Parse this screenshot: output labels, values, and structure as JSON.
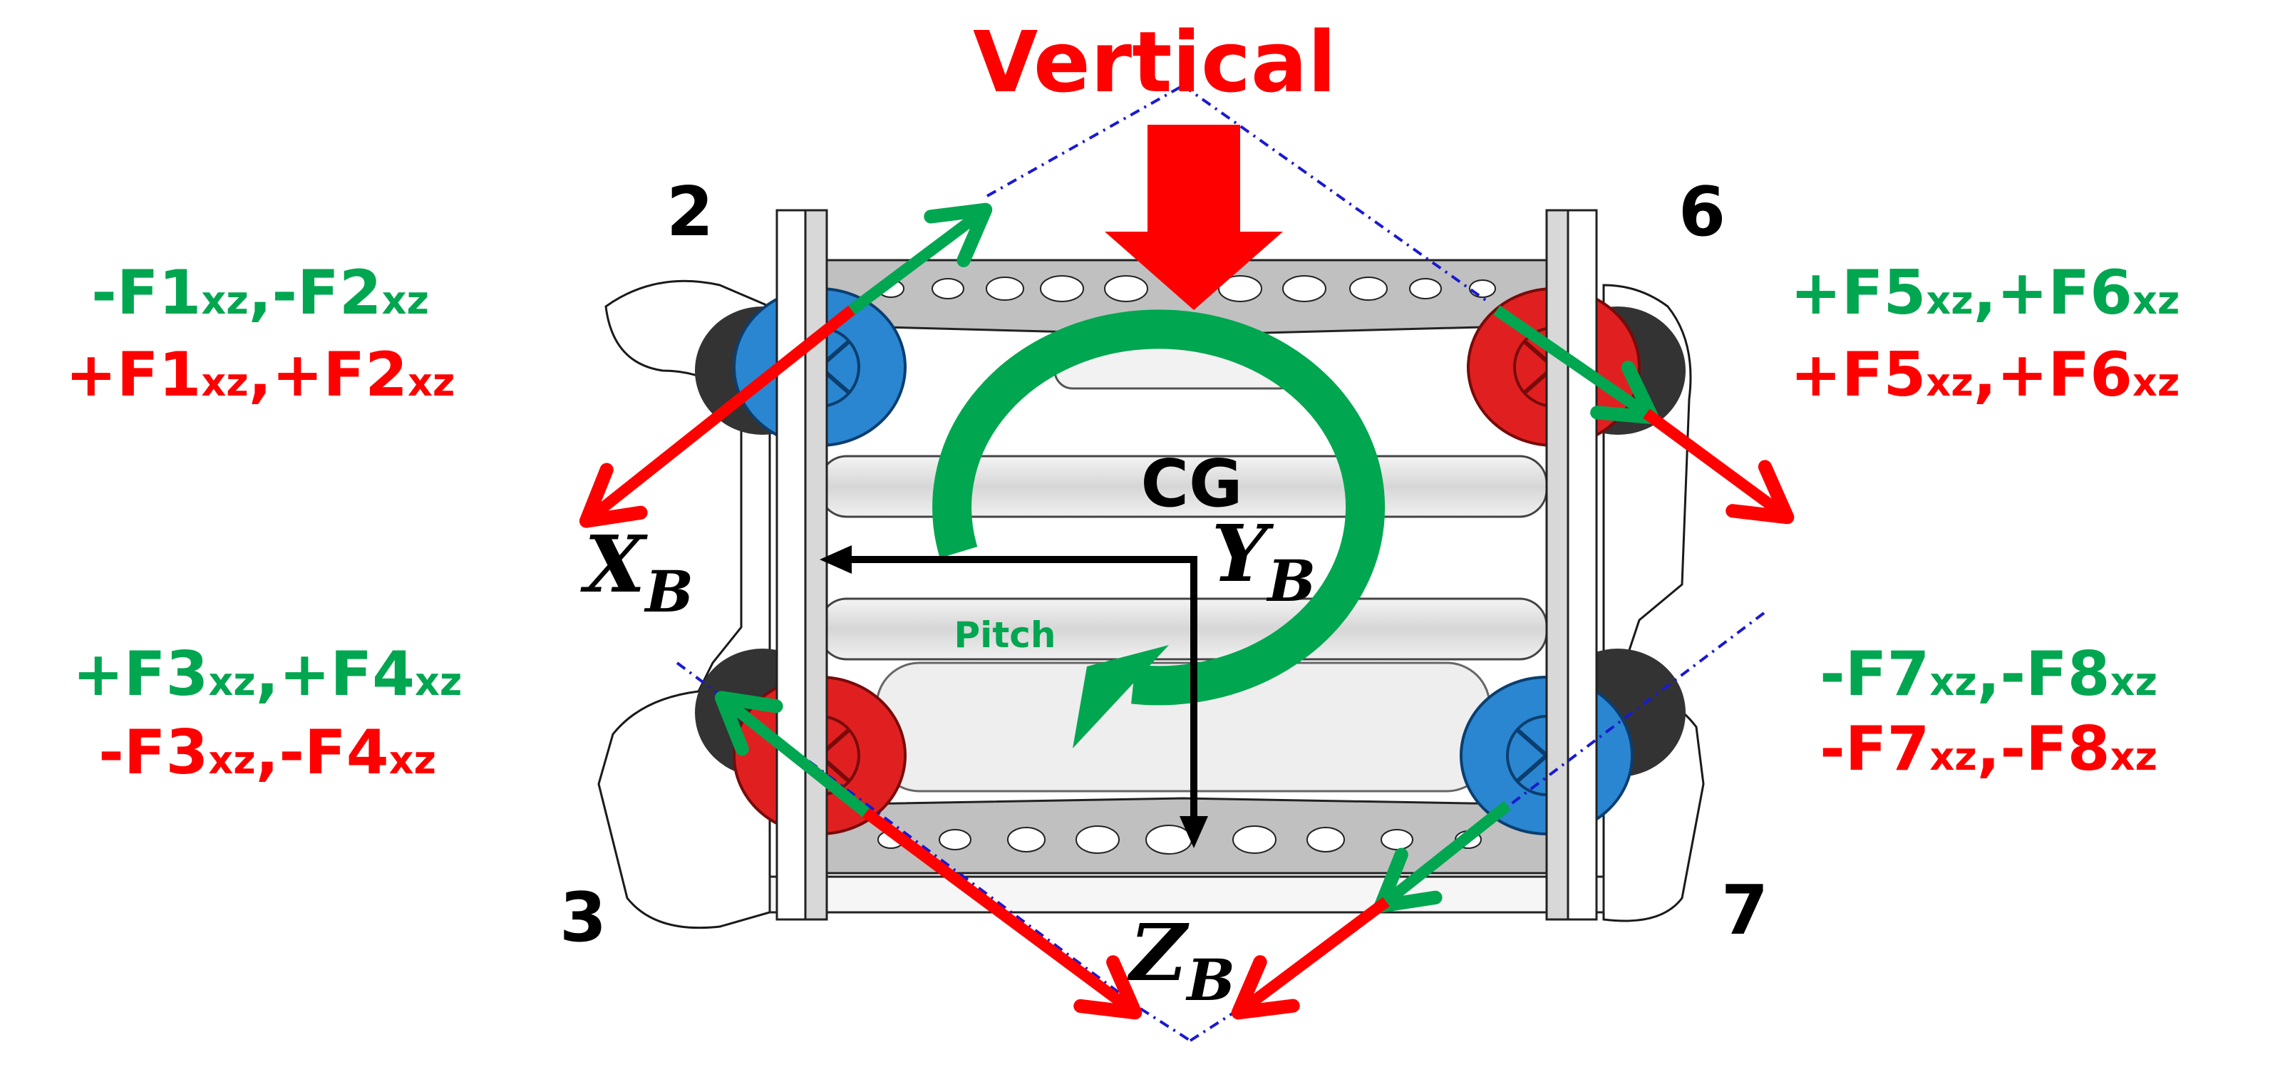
{
  "title": "Vertical",
  "cg_label": "CG",
  "rotation_label": "Pitch",
  "axes": {
    "x": {
      "main": "X",
      "sub": "B"
    },
    "y": {
      "main": "Y",
      "sub": "B"
    },
    "z": {
      "main": "Z",
      "sub": "B"
    }
  },
  "thrusters": {
    "t2": "2",
    "t6": "6",
    "t3": "3",
    "t7": "7"
  },
  "force_labels": {
    "top_left": {
      "green": {
        "a": "-F1",
        "a_sub": "xz",
        "sep": ",",
        "b": "-F2",
        "b_sub": "xz"
      },
      "red": {
        "a": "+F1",
        "a_sub": "xz",
        "sep": ",",
        "b": "+F2",
        "b_sub": "xz"
      }
    },
    "top_right": {
      "green": {
        "a": "+F5",
        "a_sub": "xz",
        "sep": ",",
        "b": "+F6",
        "b_sub": "xz"
      },
      "red": {
        "a": "+F5",
        "a_sub": "xz",
        "sep": ",",
        "b": "+F6",
        "b_sub": "xz"
      }
    },
    "bottom_left": {
      "green": {
        "a": "+F3",
        "a_sub": "xz",
        "sep": ",",
        "b": "+F4",
        "b_sub": "xz"
      },
      "red": {
        "a": "-F3",
        "a_sub": "xz",
        "sep": ",",
        "b": "-F4",
        "b_sub": "xz"
      }
    },
    "bottom_right": {
      "green": {
        "a": "-F7",
        "a_sub": "xz",
        "sep": ",",
        "b": "-F8",
        "b_sub": "xz"
      },
      "red": {
        "a": "-F7",
        "a_sub": "xz",
        "sep": ",",
        "b": "-F8",
        "b_sub": "xz"
      }
    }
  },
  "colors": {
    "red": "#ff0000",
    "green": "#00a650",
    "black": "#000000",
    "dash_blue": "#1a1ad0",
    "thruster_blue": "#2a86d0",
    "thruster_red": "#e02020",
    "frame_gray": "#c8c8c8"
  }
}
